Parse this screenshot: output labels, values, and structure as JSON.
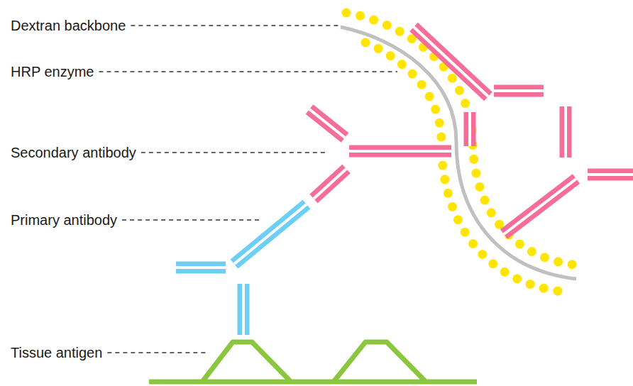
{
  "diagram": {
    "labels": [
      "Dextran backbone",
      "HRP enzyme",
      "Secondary antibody",
      "Primary antibody",
      "Tissue antigen"
    ]
  }
}
